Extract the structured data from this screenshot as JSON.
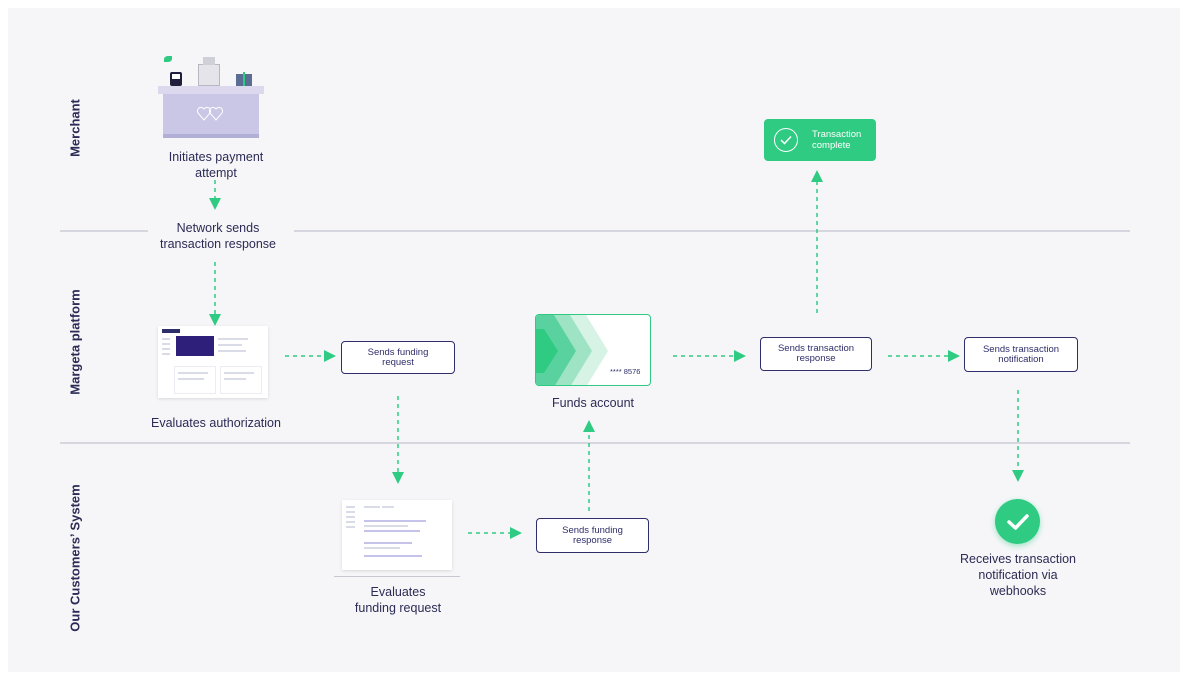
{
  "lanes": {
    "merchant": "Merchant",
    "platform": "Margeta platform",
    "customers": "Our Customers’ System"
  },
  "nodes": {
    "initiates": "Initiates payment\nattempt",
    "network_sends": "Network sends\ntransaction response",
    "evaluates_auth": "Evaluates authorization",
    "sends_funding_request": "Sends funding\nrequest",
    "funds_account": "Funds account",
    "card_number": "**** 8576",
    "sends_transaction_response": "Sends transaction\nresponse",
    "sends_transaction_notification": "Sends transaction\nnotification",
    "transaction_complete": "Transaction\ncomplete",
    "evaluates_funding": "Evaluates\nfunding request",
    "sends_funding_response": "Sends funding\nresponse",
    "receives_notification": "Receives transaction\nnotification via\nwebhooks"
  },
  "colors": {
    "green": "#2fcb83",
    "navy": "#2e2e6a",
    "background": "#f6f6f8",
    "line": "#d6d6de"
  },
  "icons": {
    "check": "check-icon",
    "check_circle": "check-circle-icon",
    "card": "chevron-card-icon"
  }
}
